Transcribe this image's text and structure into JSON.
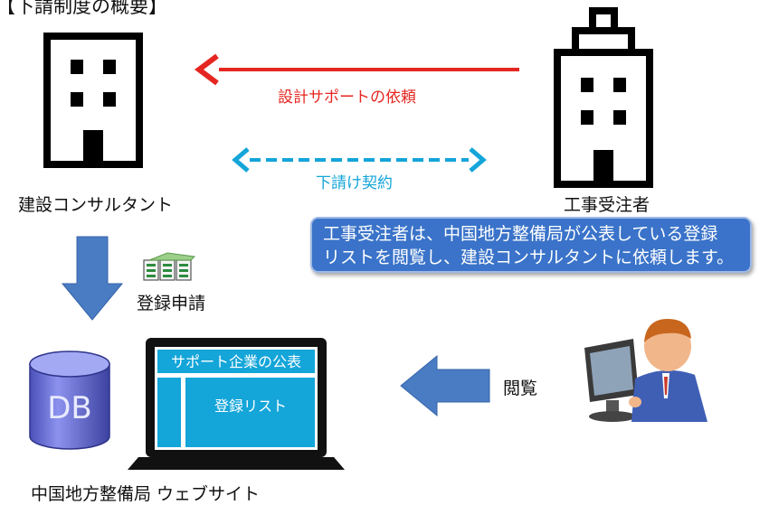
{
  "title": "【下請制度の概要】",
  "nodes": {
    "consultant": "建設コンサルタント",
    "contractor": "工事受注者",
    "website": "中国地方整備局 ウェブサイト"
  },
  "arrows": {
    "request": "設計サポートの依頼",
    "subcontract": "下請け契約",
    "application": "登録申請",
    "browse": "閲覧"
  },
  "callout": {
    "line1": "工事受注者は、中国地方整備局が公表している登録",
    "line2": "リストを閲覧し、建設コンサルタントに依頼します。"
  },
  "screen": {
    "header": "サポート企業の公表",
    "list": "登録リスト"
  },
  "database": {
    "label": "DB"
  },
  "colors": {
    "red_arrow": "#e52620",
    "cyan_arrow": "#14a5d9",
    "blue_arrow": "#4a7cc4",
    "callout_bg": "#3a73c9",
    "screen_bg": "#14a5d9",
    "db_body": "#6f75d8"
  },
  "icons": [
    "building-icon",
    "document-stack-icon",
    "database-icon",
    "laptop-icon",
    "person-at-computer-icon"
  ]
}
